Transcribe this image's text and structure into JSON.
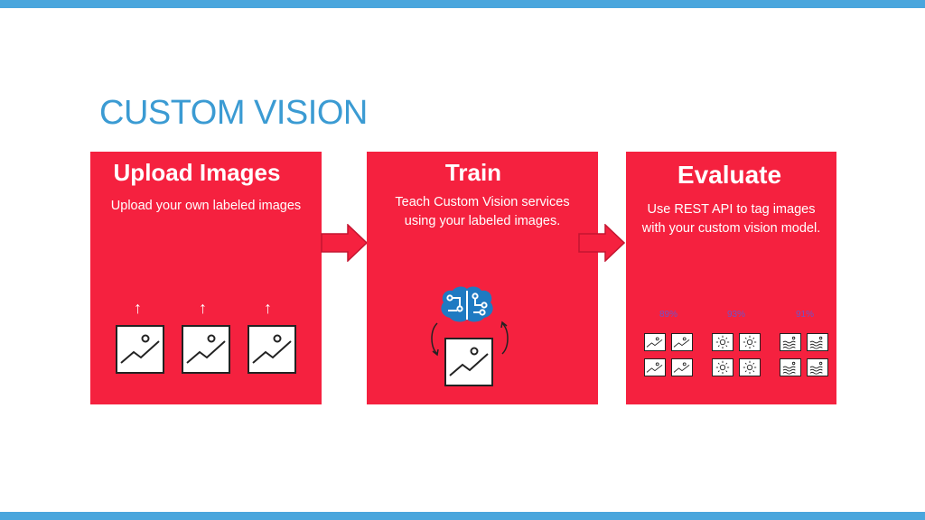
{
  "title": "CUSTOM VISION",
  "colors": {
    "accent_bar": "#4aa6dd",
    "card": "#f5213f",
    "title": "#3b9bd3",
    "percent": "#6e54c8"
  },
  "cards": [
    {
      "title": "Upload Images",
      "description": "Upload your own labeled images"
    },
    {
      "title": "Train",
      "description": "Teach Custom Vision services using your labeled images."
    },
    {
      "title": "Evaluate",
      "description": "Use REST API to tag images with your custom vision model."
    }
  ],
  "evaluate_scores": [
    "89%",
    "93%",
    "91%"
  ],
  "icons": {
    "upload": [
      "image-icon",
      "up-arrow-icon"
    ],
    "train": [
      "brain-circuit-icon",
      "image-icon",
      "cycle-arrows-icon"
    ],
    "evaluate": [
      "image-thumbnail-icon",
      "sun-thumbnail-icon",
      "waves-thumbnail-icon"
    ],
    "flow": "flow-arrow-icon"
  }
}
